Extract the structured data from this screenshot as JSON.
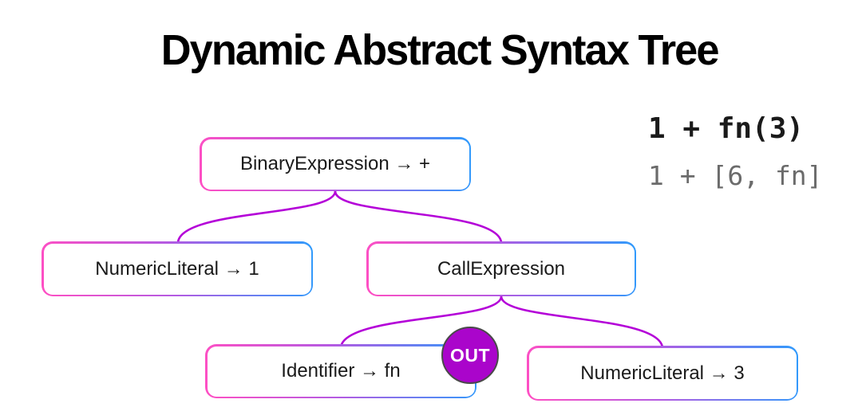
{
  "title": "Dynamic Abstract Syntax Tree",
  "code_panel": {
    "source": "1 + fn(3)",
    "result": "1 + [6, fn]"
  },
  "tree": {
    "nodes": [
      {
        "id": "binary-expression",
        "label": "BinaryExpression → +"
      },
      {
        "id": "numeric-literal-1",
        "label": "NumericLiteral → 1"
      },
      {
        "id": "call-expression",
        "label": "CallExpression"
      },
      {
        "id": "identifier-fn",
        "label": "Identifier → fn"
      },
      {
        "id": "numeric-literal-3",
        "label": "NumericLiteral → 3"
      }
    ],
    "edges": [
      {
        "from": "binary-expression",
        "to": "numeric-literal-1"
      },
      {
        "from": "binary-expression",
        "to": "call-expression"
      },
      {
        "from": "call-expression",
        "to": "identifier-fn"
      },
      {
        "from": "call-expression",
        "to": "numeric-literal-3"
      }
    ]
  },
  "badge": {
    "label": "OUT"
  },
  "colors": {
    "gradient_start": "#ff4fc3",
    "gradient_mid": "#b45ae2",
    "gradient_end": "#2f9bfc",
    "edge": "#b400d8",
    "badge_fill": "#aa05cb",
    "badge_border": "#4a4a4a",
    "code_secondary": "#6b6b6b"
  }
}
